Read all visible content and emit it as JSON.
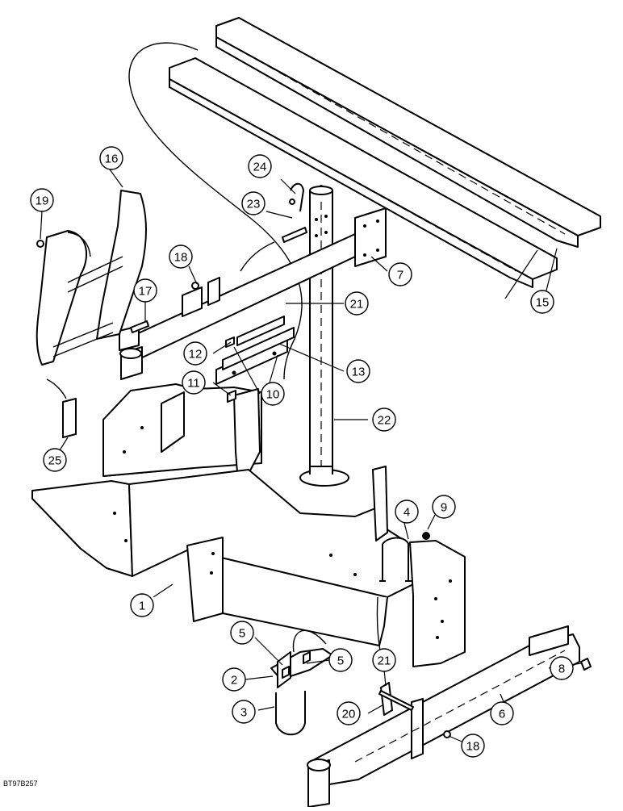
{
  "drawing_code": "BT97B257",
  "callouts": [
    {
      "label": "1"
    },
    {
      "label": "2"
    },
    {
      "label": "3"
    },
    {
      "label": "4"
    },
    {
      "label": "5"
    },
    {
      "label": "5"
    },
    {
      "label": "6"
    },
    {
      "label": "7"
    },
    {
      "label": "8"
    },
    {
      "label": "9"
    },
    {
      "label": "10"
    },
    {
      "label": "11"
    },
    {
      "label": "12"
    },
    {
      "label": "13"
    },
    {
      "label": "15"
    },
    {
      "label": "16"
    },
    {
      "label": "17"
    },
    {
      "label": "18"
    },
    {
      "label": "18"
    },
    {
      "label": "19"
    },
    {
      "label": "20"
    },
    {
      "label": "21"
    },
    {
      "label": "21"
    },
    {
      "label": "22"
    },
    {
      "label": "23"
    },
    {
      "label": "24"
    },
    {
      "label": "25"
    }
  ]
}
